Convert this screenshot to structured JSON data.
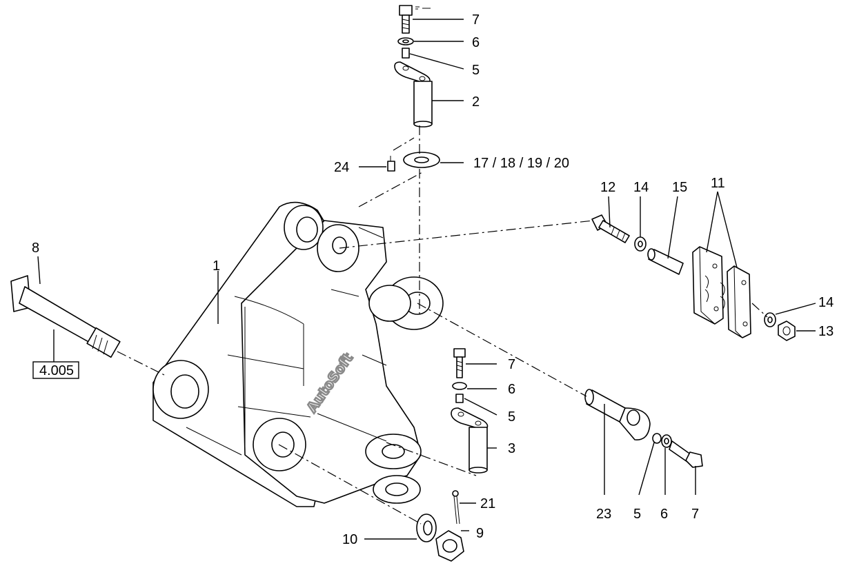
{
  "callouts": {
    "c7_top": "7",
    "c6_top": "6",
    "c5_top": "5",
    "c2": "2",
    "c24": "24",
    "c17_20": "17 / 18 / 19 / 20",
    "c12": "12",
    "c14_top": "14",
    "c15": "15",
    "c11": "11",
    "c14_right": "14",
    "c13": "13",
    "c8": "8",
    "c1": "1",
    "c7_mid": "7",
    "c6_mid": "6",
    "c5_mid": "5",
    "c3": "3",
    "c21": "21",
    "c9": "9",
    "c10": "10",
    "c23": "23",
    "c5_bottom": "5",
    "c6_bottom": "6",
    "c7_bottom": "7"
  },
  "reference_box": "4.005",
  "watermark": "AutoSoft",
  "icons": {
    "corner_mark": "small-logo-icon"
  }
}
